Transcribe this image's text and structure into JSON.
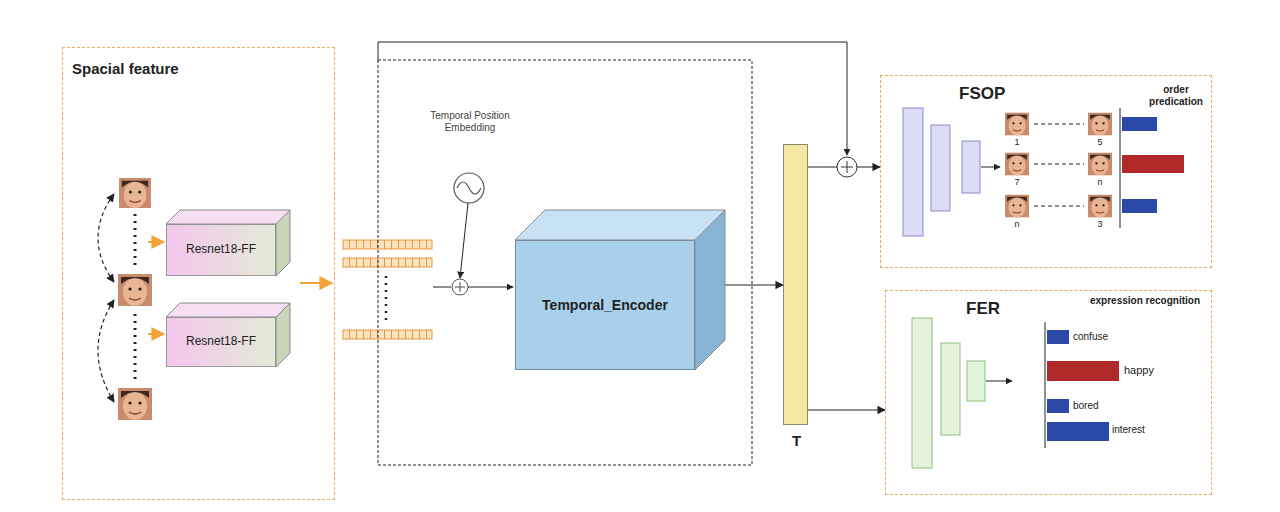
{
  "diagram": {
    "nodes": [
      {
        "text": [
          "Spacial feature"
        ]
      },
      {
        "text": [
          "Resnet18-FF"
        ],
        "in": 0
      },
      {
        "text": [
          "Resnet18-FF"
        ],
        "in": 0
      },
      {
        "text": [
          "Temporal_Encoder"
        ]
      },
      {
        "text": [
          "T"
        ]
      },
      {
        "text": [
          "FSOP",
          "order predication"
        ]
      },
      {
        "text": [
          "FER",
          "expression recognition"
        ]
      }
    ],
    "edges": [
      {
        "from": 3,
        "to": 4,
        "arrow": "to"
      },
      {
        "from": 4,
        "to": 5,
        "arrow": "to"
      },
      {
        "from": 4,
        "to": 6,
        "arrow": "to"
      }
    ],
    "labels": [
      "Temporal Position Embedding",
      "1",
      "5",
      "7",
      "n",
      "n",
      "3",
      "confuse",
      "happy",
      "bored",
      "interest"
    ]
  }
}
